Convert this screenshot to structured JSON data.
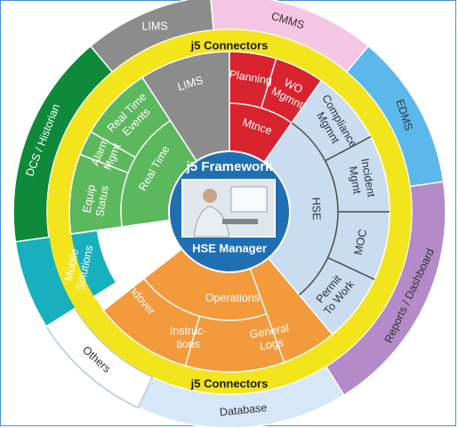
{
  "center": {
    "title": "j5 Framework",
    "subtitle": "HSE Manager",
    "photo_icon": "person-at-computer-photo",
    "color": "#1f6fb3"
  },
  "connector_label": "j5 Connectors",
  "outer_segments": [
    {
      "id": "dcs-historian",
      "label": "DCS / Historian",
      "color": "#0e8a3a",
      "text_color": "#ffffff"
    },
    {
      "id": "lims",
      "label": "LIMS",
      "color": "#8c8c8c",
      "text_color": "#ffffff"
    },
    {
      "id": "cmms",
      "label": "CMMS",
      "color": "#f5c6e3",
      "text_color": "#333333"
    },
    {
      "id": "edms",
      "label": "EDMS",
      "color": "#5cb8ea",
      "text_color": "#333333"
    },
    {
      "id": "reports-dashboard",
      "label": "Reports / Dashboard",
      "color": "#b58ac8",
      "text_color": "#333333"
    },
    {
      "id": "database",
      "label": "Database",
      "color": "#d6e8f7",
      "text_color": "#333333"
    },
    {
      "id": "others",
      "label": "Others",
      "color": "#ffffff",
      "text_color": "#333333"
    },
    {
      "id": "mobile-solutions",
      "label": "Mobile Solutions",
      "color": "#18b0bf",
      "text_color": "#ffffff"
    }
  ],
  "inner_groups": [
    {
      "id": "lims-inner",
      "label": "LIMS",
      "color": "#8c8c8c"
    },
    {
      "id": "planning-group",
      "color": "#d9232e",
      "items": [
        "Planning",
        "WO Mgmnt",
        "Mtnce"
      ]
    },
    {
      "id": "hse-group",
      "label": "HSE",
      "color": "#c9dcf0",
      "items": [
        "Compliance Mgmnt",
        "Incident Mgmt",
        "MOC",
        "Permit To Work"
      ]
    },
    {
      "id": "operations-group",
      "label": "Operations",
      "color": "#f39a3c",
      "items": [
        "Handover",
        "Instruc-tions",
        "General Logs"
      ]
    },
    {
      "id": "realtime-group",
      "label": "Real Time",
      "color": "#5cb85c",
      "items": [
        "Equip Status",
        "Alarm Mgmt",
        "Real Time Events"
      ]
    }
  ]
}
